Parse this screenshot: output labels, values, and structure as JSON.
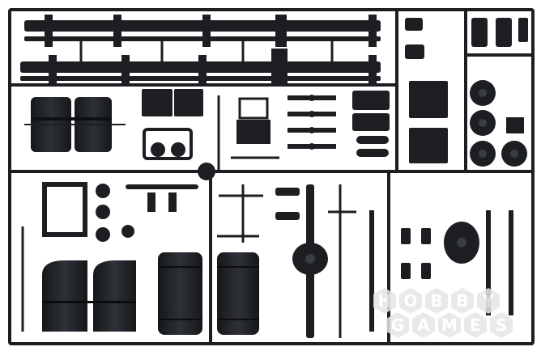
{
  "photo": {
    "subject": "plastic model kit sprue",
    "colors": {
      "background": "#ffffff",
      "plastic": "#1c1e22",
      "highlight": "#3a3d44"
    }
  },
  "watermark": {
    "row1": [
      "H",
      "O",
      "B",
      "B",
      "Y"
    ],
    "row2": [
      "G",
      "A",
      "M",
      "E",
      "S"
    ],
    "color": "#e6e6e6"
  }
}
